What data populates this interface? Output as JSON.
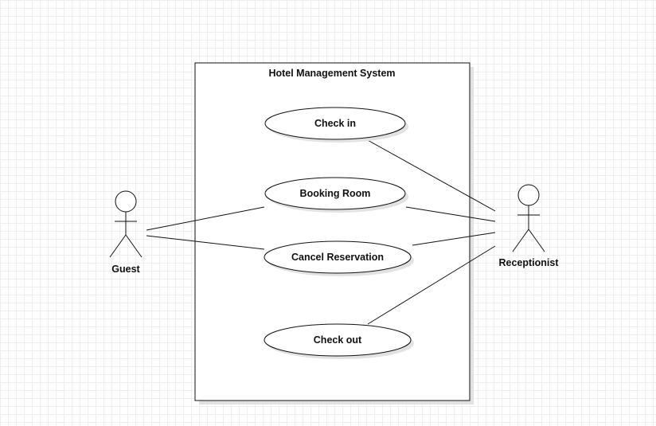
{
  "diagram": {
    "system": {
      "title": "Hotel Management System"
    },
    "actors": {
      "guest": {
        "label": "Guest"
      },
      "receptionist": {
        "label": "Receptionist"
      }
    },
    "use_cases": {
      "check_in": {
        "label": "Check in"
      },
      "booking_room": {
        "label": "Booking Room"
      },
      "cancel_reservation": {
        "label": "Cancel Reservation"
      },
      "check_out": {
        "label": "Check out"
      }
    },
    "associations": [
      {
        "actor": "Guest",
        "use_case": "Booking Room"
      },
      {
        "actor": "Guest",
        "use_case": "Cancel Reservation"
      },
      {
        "actor": "Receptionist",
        "use_case": "Check in"
      },
      {
        "actor": "Receptionist",
        "use_case": "Booking Room"
      },
      {
        "actor": "Receptionist",
        "use_case": "Cancel Reservation"
      },
      {
        "actor": "Receptionist",
        "use_case": "Check out"
      }
    ],
    "colors": {
      "stroke": "#111111",
      "fill": "#ffffff",
      "shadow": "#e2e2e2",
      "grid": "#efefef"
    }
  }
}
